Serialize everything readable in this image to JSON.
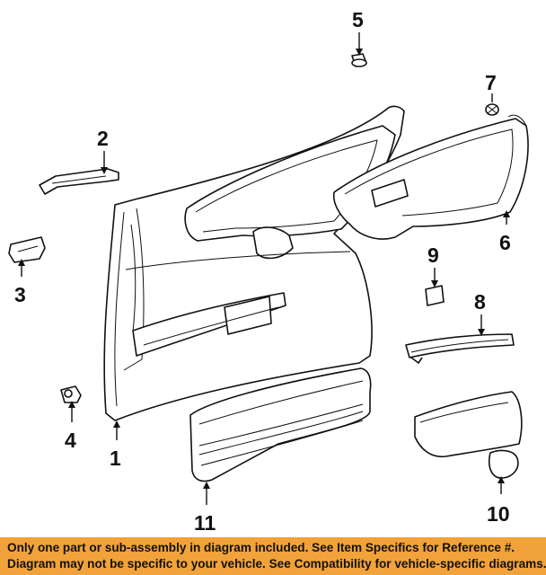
{
  "callouts": {
    "c1": "1",
    "c2": "2",
    "c3": "3",
    "c4": "4",
    "c5": "5",
    "c6": "6",
    "c7": "7",
    "c8": "8",
    "c9": "9",
    "c10": "10",
    "c11": "11"
  },
  "banner": {
    "line1": "Only one part or sub-assembly in diagram included. See Item Specifics for Reference #.",
    "line2": "Diagram may not be specific to your vehicle. See Compatibility for vehicle-specific diagrams."
  },
  "colors": {
    "banner_background": "#f1a23a",
    "line_art": "#111111"
  }
}
